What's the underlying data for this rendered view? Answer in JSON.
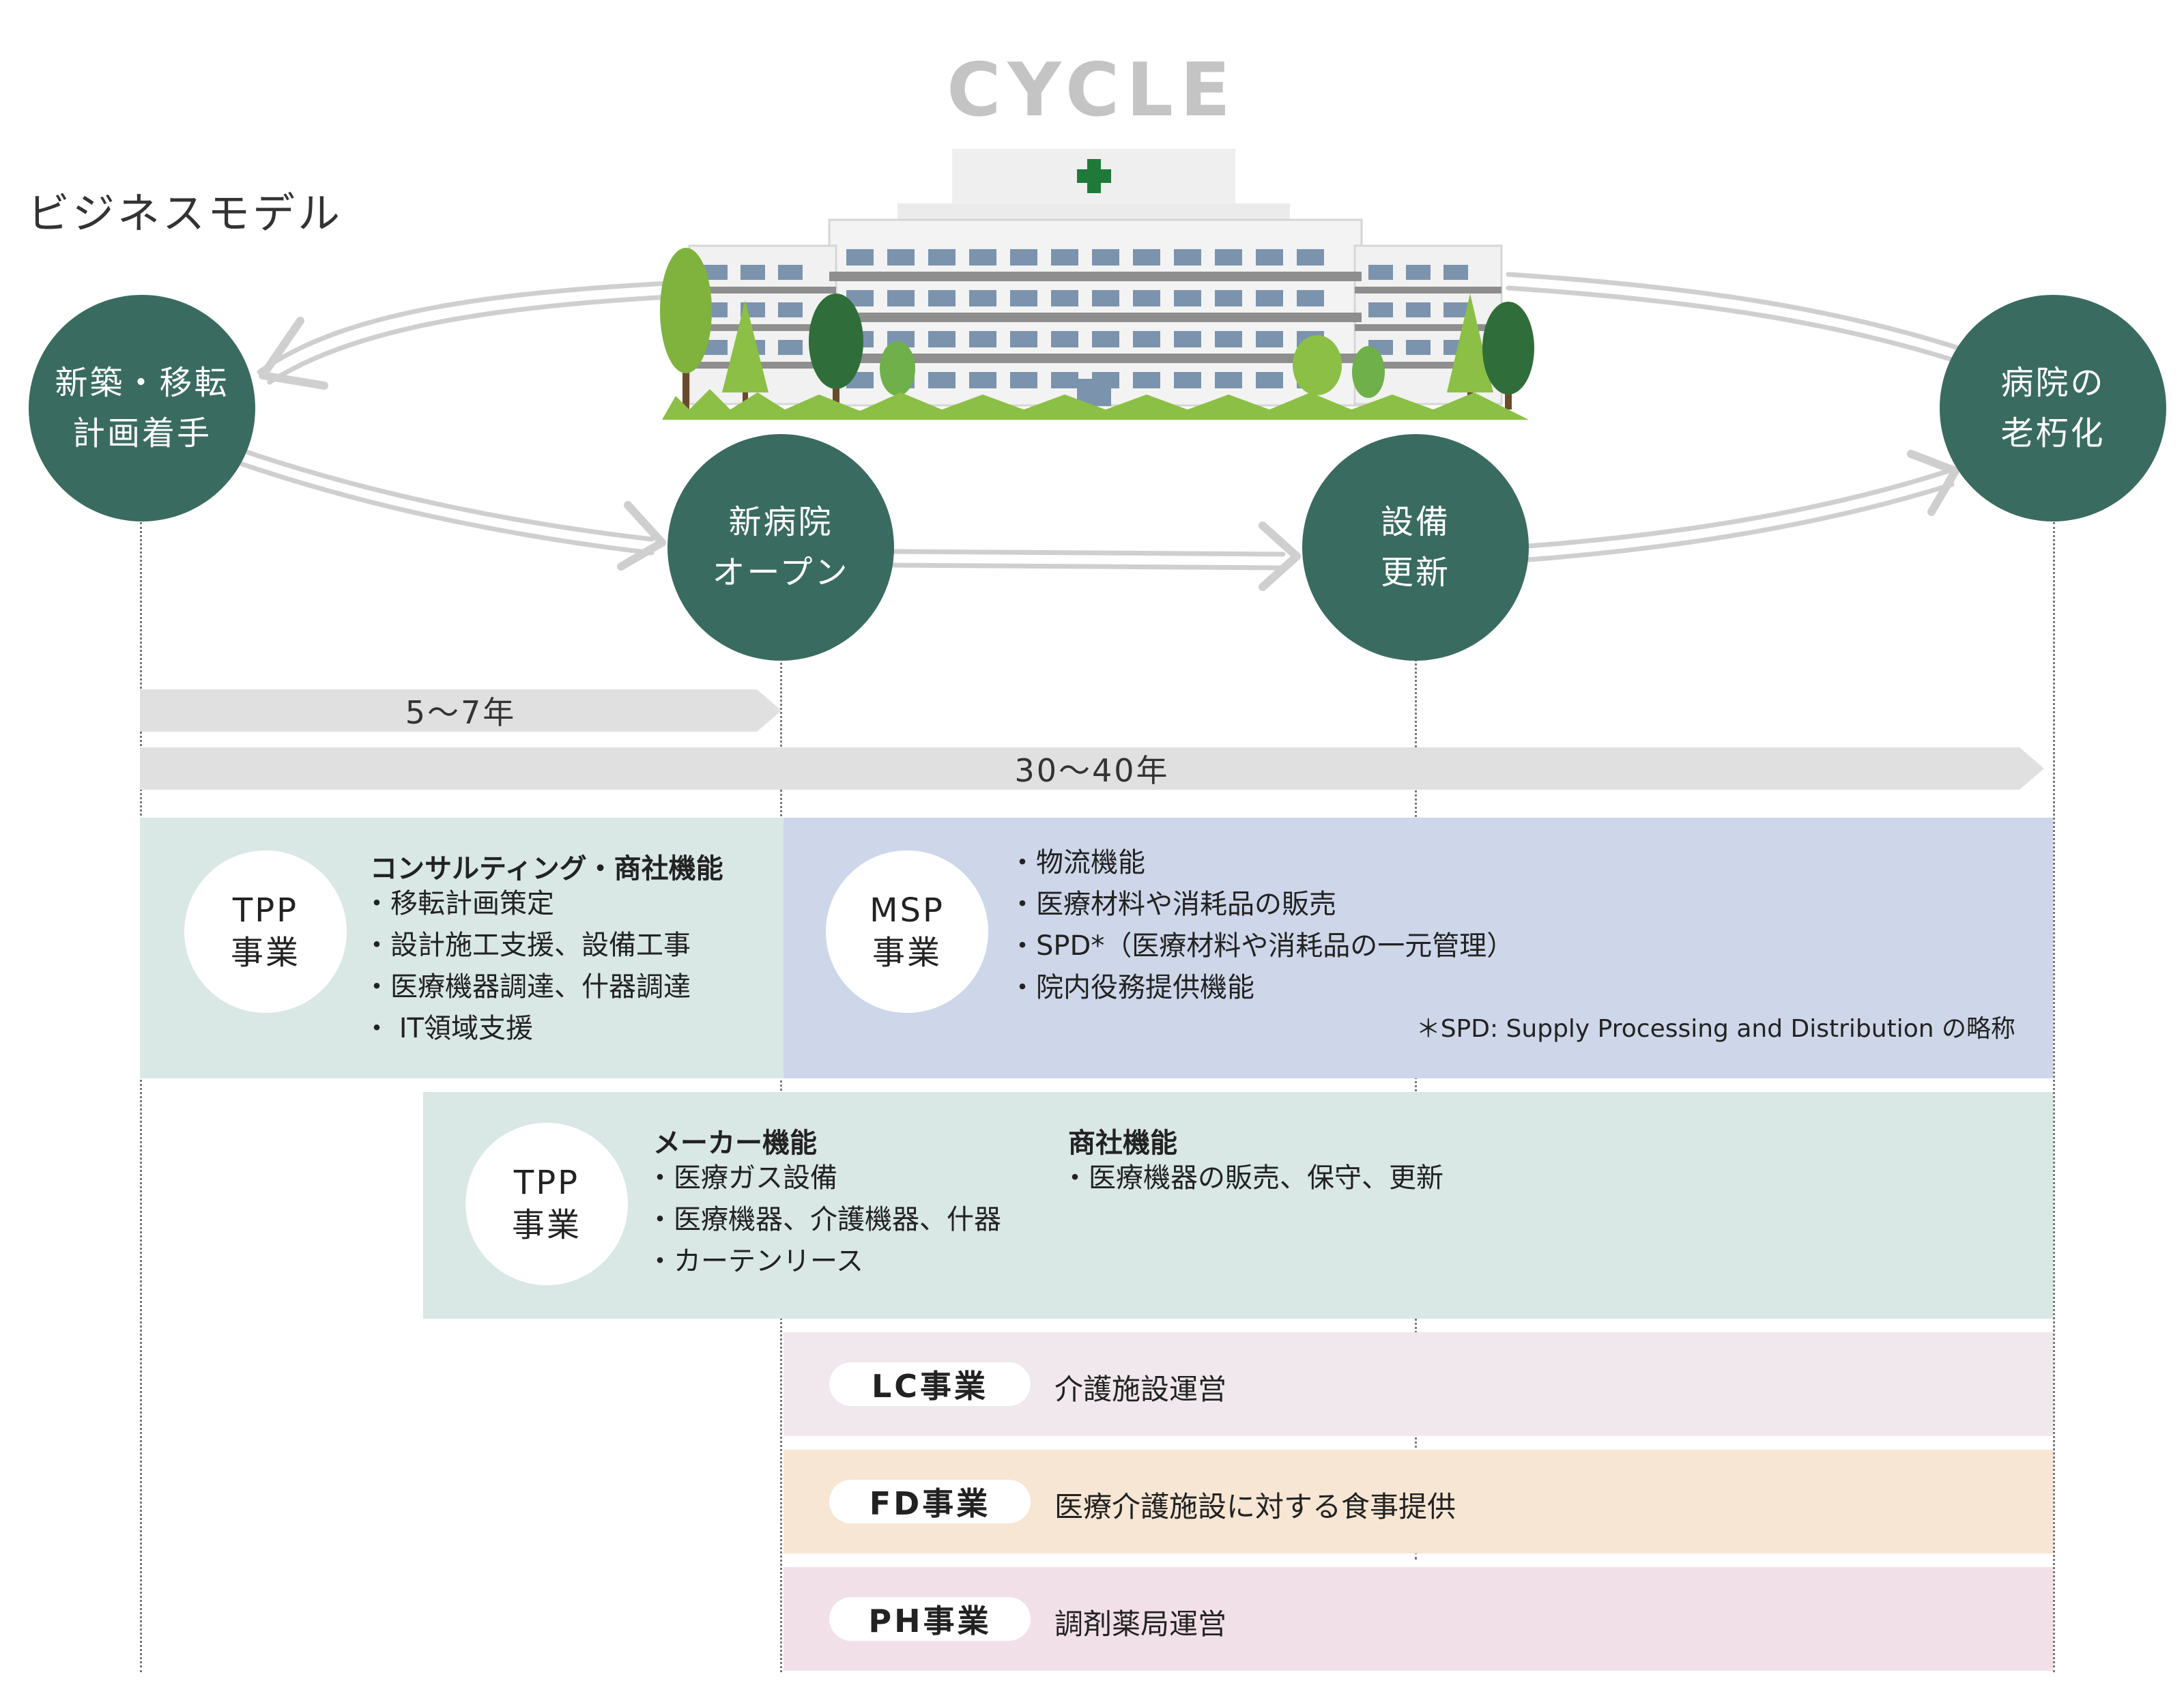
{
  "title": "CYCLE",
  "page_heading": "ビジネスモデル",
  "stages": [
    {
      "label": "新築・移転\n計画着手"
    },
    {
      "label": "新病院\nオープン"
    },
    {
      "label": "設備\n更新"
    },
    {
      "label": "病院の\n老朽化"
    }
  ],
  "periods": [
    {
      "label": "5〜7年"
    },
    {
      "label": "30〜40年"
    }
  ],
  "tpp1": {
    "badge": "TPP\n事業",
    "title": "コンサルティング・商社機能",
    "items": [
      "移転計画策定",
      "設計施工支援、設備工事",
      "医療機器調達、什器調達",
      " IT領域支援"
    ]
  },
  "msp": {
    "badge": "MSP\n事業",
    "items": [
      "物流機能",
      "医療材料や消耗品の販売",
      "SPD*（医療材料や消耗品の一元管理）",
      "院内役務提供機能"
    ],
    "note": "＊SPD: Supply Processing and Distribution の略称"
  },
  "tpp2": {
    "badge": "TPP\n事業",
    "col1_title": "メーカー機能",
    "col1_items": [
      "医療ガス設備",
      "医療機器、介護機器、什器",
      "カーテンリース"
    ],
    "col2_title": "商社機能",
    "col2_items": [
      "医療機器の販売、保守、更新"
    ]
  },
  "lc": {
    "label": "LC事業",
    "desc": "介護施設運営"
  },
  "fd": {
    "label": "FD事業",
    "desc": "医療介護施設に対する食事提供"
  },
  "ph": {
    "label": "PH事業",
    "desc": "調剤薬局運営"
  },
  "colors": {
    "stage_green": "#3a6b60",
    "tpp_band": "#d9e7e5",
    "msp_band": "#ced7e9",
    "lc_band": "#f0e8ec",
    "fd_band": "#f7e6d4",
    "ph_band": "#f2e0e8",
    "cross": "#1f7a3a"
  },
  "icons": [
    "hospital-building-icon",
    "tree-icon",
    "cycle-arrow-icon"
  ]
}
